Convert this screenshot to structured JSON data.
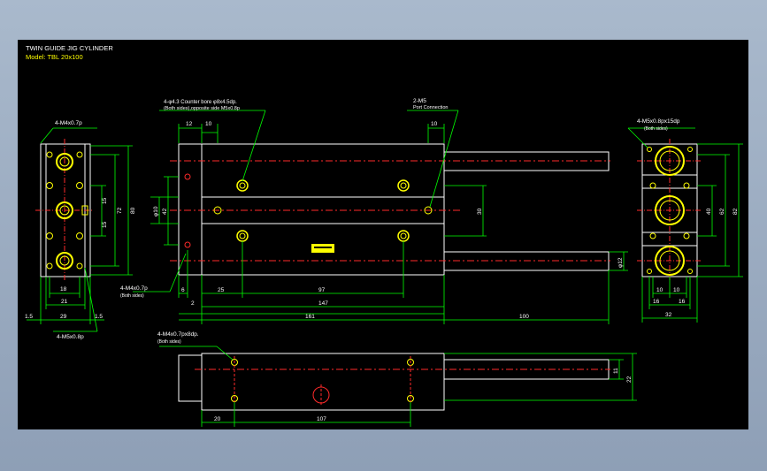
{
  "title": {
    "line1": "TWIN GUIDE JIG CYLINDER",
    "line2": "Model:  TBL  20x100"
  },
  "callouts": {
    "left_top": "4-M4x0.7p",
    "left_bottom": "4-M5x0.8p",
    "counterbore_1": "4-φ4.3  Counter bore  φ8x4.5dp.",
    "counterbore_2": "(Both sides),opposite side M5x0.8p",
    "port_1": "2-M5",
    "port_2": "Port Connection",
    "right_top_1": "4-M5x0.8px15dp",
    "right_top_2": "(Both sides)",
    "mid_bottom_1": "4-M4x0.7p",
    "mid_bottom_2": "(Both sides)",
    "bottom_view_1": "4-M4x0.7px8dp.",
    "bottom_view_2": "(Both sides)"
  },
  "dims": {
    "left": {
      "w18": "18",
      "w21": "21",
      "w29": "29",
      "e1": "1.5",
      "e2": "1.5",
      "h15a": "15",
      "h15b": "15",
      "h72": "72",
      "h80": "80"
    },
    "front": {
      "d12": "12",
      "d10a": "10",
      "d10b": "10",
      "phi10": "φ10",
      "d42": "42",
      "d30": "30",
      "phi12": "φ12",
      "d6": "6",
      "d25": "25",
      "d97": "97",
      "d2": "2",
      "d147": "147",
      "d161": "161",
      "d100": "100"
    },
    "right": {
      "d40": "40",
      "d62": "62",
      "d82": "82",
      "d10a": "10",
      "d10b": "10",
      "d16a": "16",
      "d16b": "16",
      "d32": "32"
    },
    "bottom": {
      "d11": "11",
      "d22": "22",
      "d20": "20",
      "d107": "107"
    }
  },
  "colors": {
    "background": "#000000",
    "outline": "#ffffff",
    "dim": "#00ff00",
    "center": "#ff2a2a",
    "hole": "#ffff00",
    "text": "#ffffff"
  }
}
